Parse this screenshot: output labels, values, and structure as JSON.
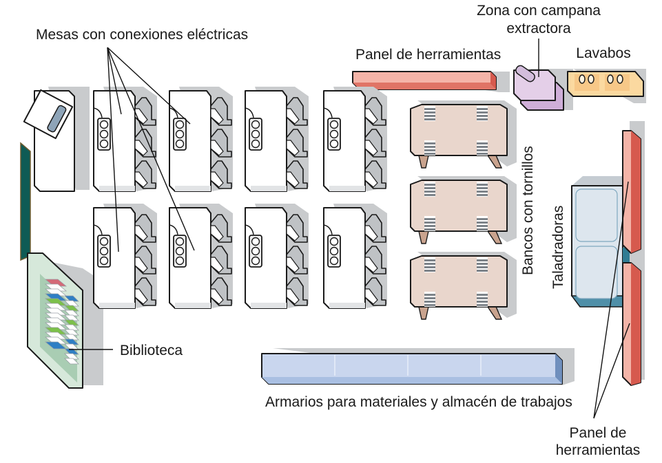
{
  "diagram": {
    "labels": {
      "mesas": "Mesas con conexiones eléctricas",
      "panel_top": "Panel de herramientas",
      "campana_line1": "Zona con campana",
      "campana_line2": "extractora",
      "lavabos": "Lavabos",
      "bancos": "Bancos con tornillos",
      "taladradoras": "Taladradoras",
      "biblioteca": "Biblioteca",
      "armarios": "Armarios para materiales y almacén de trabajos",
      "panel_bottom_line1": "Panel de",
      "panel_bottom_line2": "herramientas"
    },
    "counts": {
      "tables": 8,
      "vise_benches": 3,
      "sinks": 2,
      "drill_presses": 2
    },
    "colors": {
      "tool_panel": "#f4b4a8",
      "tool_panel_dark": "#d65a4e",
      "fume_hood": "#e4cfe8",
      "fume_hood_dark": "#b894c2",
      "sinks": "#fbd9a0",
      "benches": "#e9d6cc",
      "bench_legs": "#c9a38e",
      "drills": "#dde6ee",
      "drills_dark": "#4f8fa8",
      "cabinets": "#c9d6ee",
      "cabinets_dark": "#6f8fbd",
      "library_frame": "#d6e8da",
      "blackboard": "#0f5b55",
      "shadow": "#c9cbcd"
    }
  }
}
